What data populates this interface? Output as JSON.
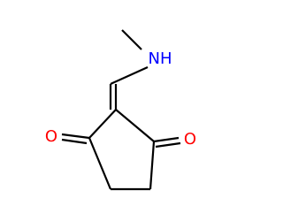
{
  "molecule": {
    "atoms": {
      "nitrogen": {
        "label": "NH",
        "color": "#0000ff"
      },
      "oxygen_left": {
        "label": "O",
        "color": "#ff0000"
      },
      "oxygen_right": {
        "label": "O",
        "color": "#ff0000"
      }
    },
    "bond_color": "#000000"
  }
}
